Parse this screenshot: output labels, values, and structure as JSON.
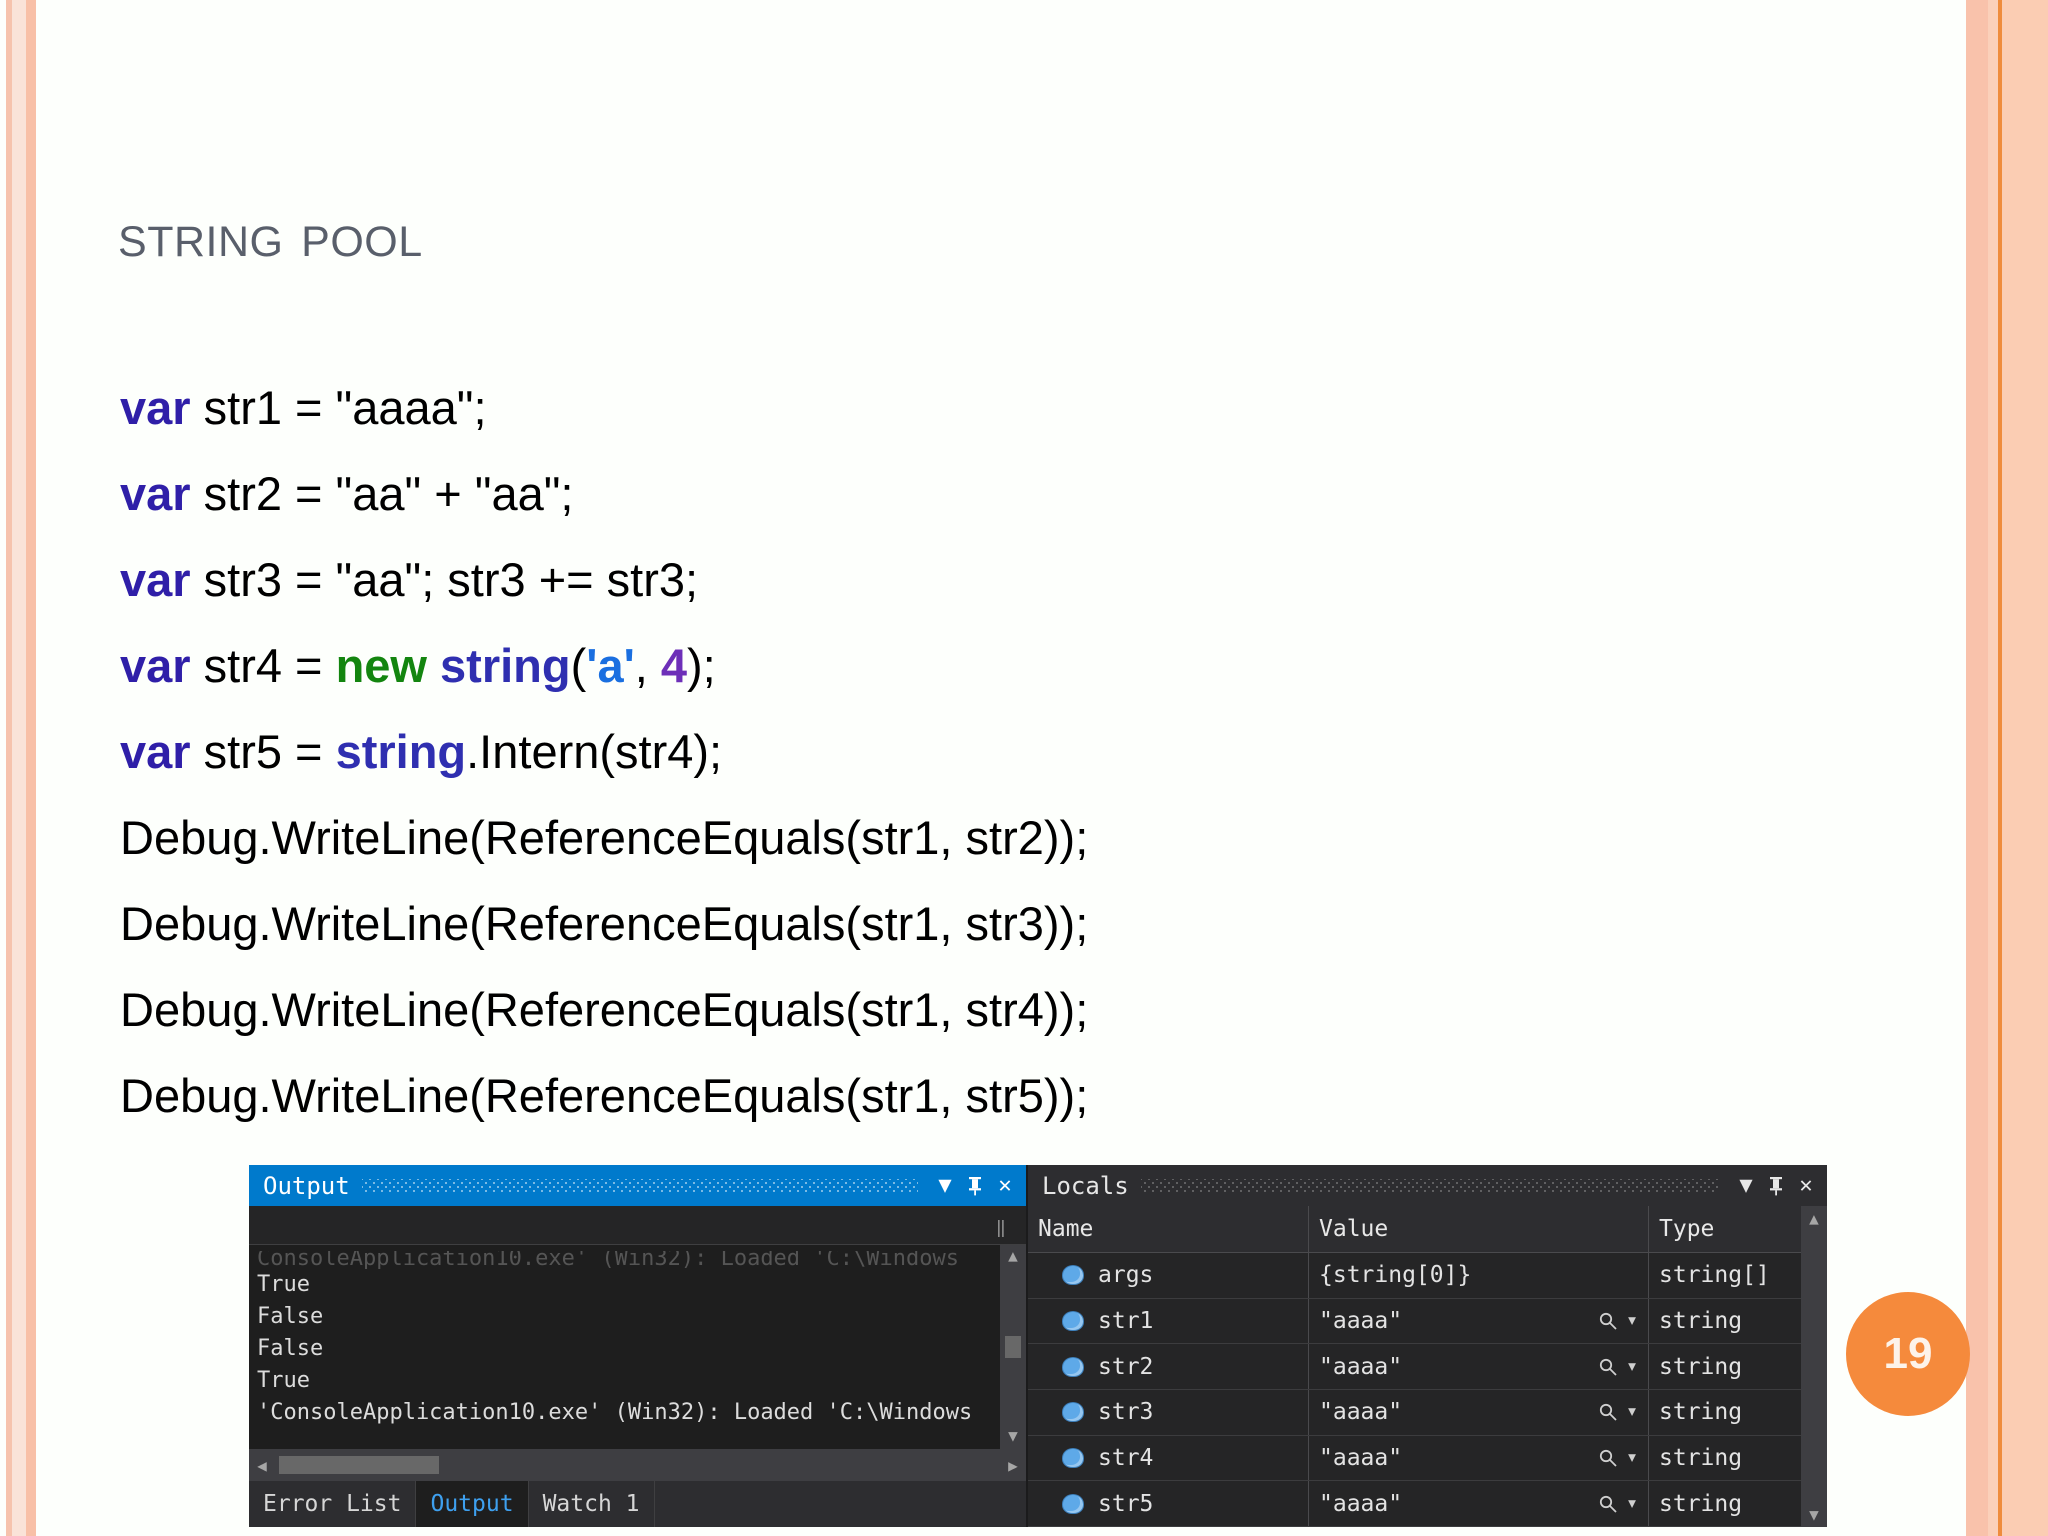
{
  "slide": {
    "title": "String pool",
    "page_number": "19",
    "accent_badge_color": "#f58a3c",
    "stripe_colors": [
      "#f6c3ad",
      "#fae3d8",
      "#f8c0a7",
      "#ef8c3d",
      "#fbcdb3"
    ]
  },
  "code": {
    "lines": [
      [
        {
          "t": "var",
          "c": "kw-var"
        },
        {
          "t": " str1 = \"aaaa\";",
          "c": "plain"
        }
      ],
      [
        {
          "t": "var",
          "c": "kw-var"
        },
        {
          "t": " str2 = \"aa\" + \"aa\";",
          "c": "plain"
        }
      ],
      [
        {
          "t": "var",
          "c": "kw-var"
        },
        {
          "t": " str3 = \"aa\"; str3 += str3;",
          "c": "plain"
        }
      ],
      [
        {
          "t": "var",
          "c": "kw-var"
        },
        {
          "t": " str4 = ",
          "c": "plain"
        },
        {
          "t": "new",
          "c": "kw-new"
        },
        {
          "t": " ",
          "c": "plain"
        },
        {
          "t": "string",
          "c": "kw-string"
        },
        {
          "t": "(",
          "c": "plain"
        },
        {
          "t": "'a'",
          "c": "lit-char"
        },
        {
          "t": ", ",
          "c": "plain"
        },
        {
          "t": "4",
          "c": "lit-num"
        },
        {
          "t": ");",
          "c": "plain"
        }
      ],
      [
        {
          "t": "var",
          "c": "kw-var"
        },
        {
          "t": " str5 = ",
          "c": "plain"
        },
        {
          "t": "string",
          "c": "kw-string"
        },
        {
          "t": ".Intern(str4);",
          "c": "plain"
        }
      ],
      [
        {
          "t": "Debug.WriteLine(ReferenceEquals(str1, str2));",
          "c": "plain"
        }
      ],
      [
        {
          "t": "Debug.WriteLine(ReferenceEquals(str1, str3));",
          "c": "plain"
        }
      ],
      [
        {
          "t": "Debug.WriteLine(ReferenceEquals(str1, str4));",
          "c": "plain"
        }
      ],
      [
        {
          "t": "Debug.WriteLine(ReferenceEquals(str1, str5));",
          "c": "plain"
        }
      ]
    ],
    "colors": {
      "keyword_var": "#2f1fa8",
      "keyword_new": "#13850f",
      "keyword_string": "#2f2fb0",
      "char_literal": "#1a6fe0",
      "number_literal": "#6d2fb8",
      "plain": "#000000"
    }
  },
  "output_pane": {
    "title": "Output",
    "header_color": "#007acc",
    "buttons": {
      "dropdown": "▼",
      "pin": "╤",
      "close": "✕"
    },
    "toolbar_dots": "‖",
    "lines": [
      "ConsoleApplication10.exe' (Win32): Loaded 'C:\\Windows",
      "True",
      "False",
      "False",
      "True",
      "'ConsoleApplication10.exe' (Win32): Loaded 'C:\\Windows"
    ],
    "tabs": [
      {
        "label": "Error List",
        "active": false
      },
      {
        "label": "Output",
        "active": true
      },
      {
        "label": "Watch 1",
        "active": false
      }
    ]
  },
  "locals_pane": {
    "title": "Locals",
    "buttons": {
      "dropdown": "▼",
      "pin": "╤",
      "close": "✕"
    },
    "columns": [
      "Name",
      "Value",
      "Type"
    ],
    "rows": [
      {
        "name": "args",
        "value": "{string[0]}",
        "type": "string[]",
        "has_magnifier": false
      },
      {
        "name": "str1",
        "value": "\"aaaa\"",
        "type": "string",
        "has_magnifier": true
      },
      {
        "name": "str2",
        "value": "\"aaaa\"",
        "type": "string",
        "has_magnifier": true
      },
      {
        "name": "str3",
        "value": "\"aaaa\"",
        "type": "string",
        "has_magnifier": true
      },
      {
        "name": "str4",
        "value": "\"aaaa\"",
        "type": "string",
        "has_magnifier": true
      },
      {
        "name": "str5",
        "value": "\"aaaa\"",
        "type": "string",
        "has_magnifier": true
      }
    ]
  }
}
